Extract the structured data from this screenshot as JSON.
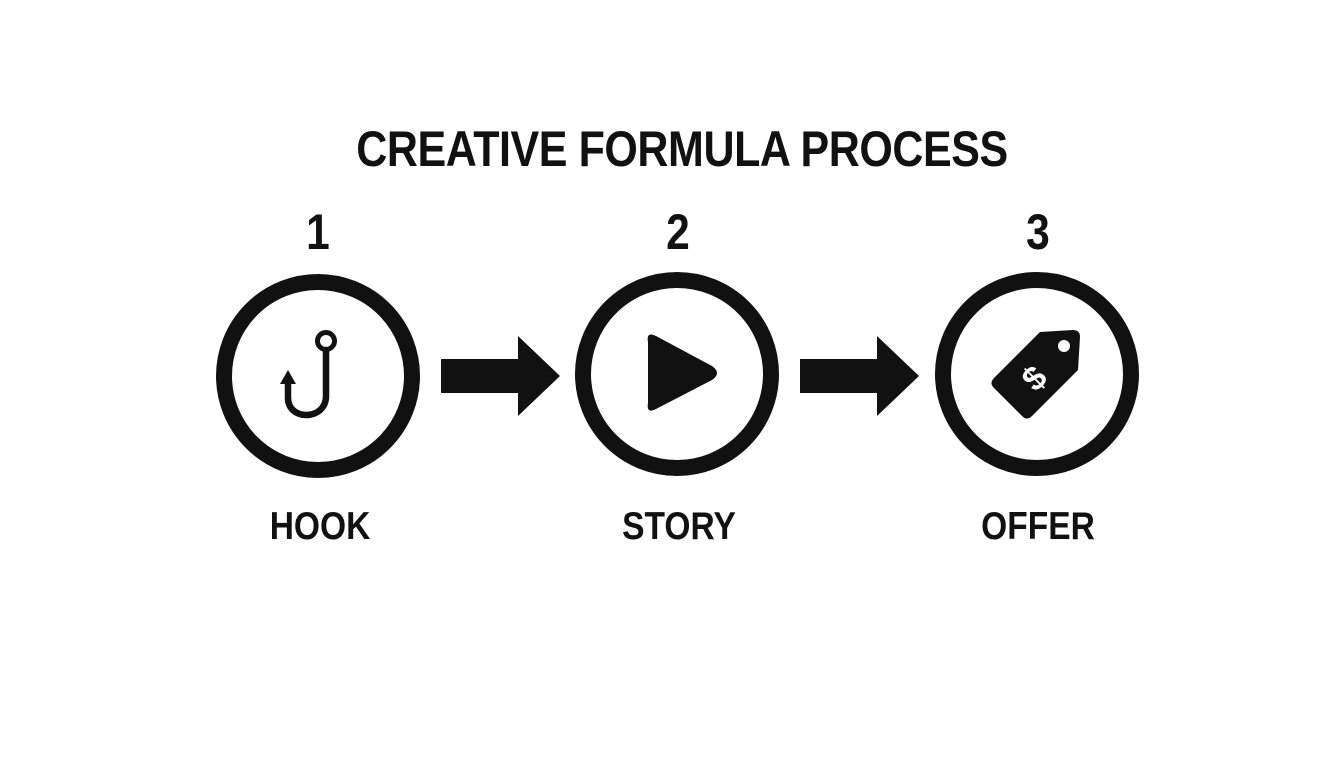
{
  "title": "CREATIVE FORMULA PROCESS",
  "steps": [
    {
      "number": "1",
      "label": "HOOK",
      "icon": "fish-hook-icon"
    },
    {
      "number": "2",
      "label": "STORY",
      "icon": "play-icon"
    },
    {
      "number": "3",
      "label": "OFFER",
      "icon": "price-tag-icon"
    }
  ],
  "price_tag_symbol": "$",
  "colors": {
    "ink": "#111111",
    "background": "#ffffff"
  }
}
